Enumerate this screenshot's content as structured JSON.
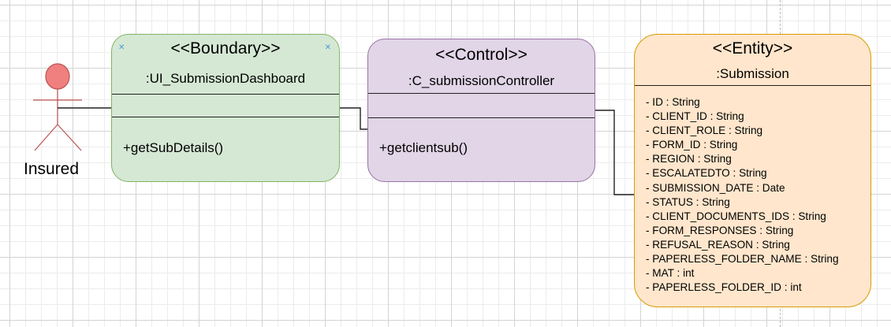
{
  "actor": {
    "label": "Insured"
  },
  "boundary": {
    "stereotype": "<<Boundary>>",
    "name": ":UI_SubmissionDashboard",
    "methods": [
      "+getSubDetails()"
    ]
  },
  "control": {
    "stereotype": "<<Control>>",
    "name": ":C_submissionController",
    "methods": [
      "+getclientsub()"
    ]
  },
  "entity": {
    "stereotype": "<<Entity>>",
    "name": ":Submission",
    "attributes": [
      "- ID : String",
      "- CLIENT_ID : String",
      "- CLIENT_ROLE : String",
      "- FORM_ID : String",
      "- REGION : String",
      "- ESCALATEDTO : String",
      "- SUBMISSION_DATE : Date",
      "- STATUS : String",
      "- CLIENT_DOCUMENTS_IDS : String",
      "- FORM_RESPONSES : String",
      "- REFUSAL_REASON : String",
      "- PAPERLESS_FOLDER_NAME : String",
      "- MAT : int",
      "- PAPERLESS_FOLDER_ID : int"
    ]
  },
  "colors": {
    "boundary_fill": "#d5e8d4",
    "boundary_stroke": "#82b366",
    "control_fill": "#e1d5e7",
    "control_stroke": "#9673a6",
    "entity_fill": "#ffe6cc",
    "entity_stroke": "#d79b00",
    "actor_fill": "#f08080",
    "actor_stroke": "#b85450"
  }
}
